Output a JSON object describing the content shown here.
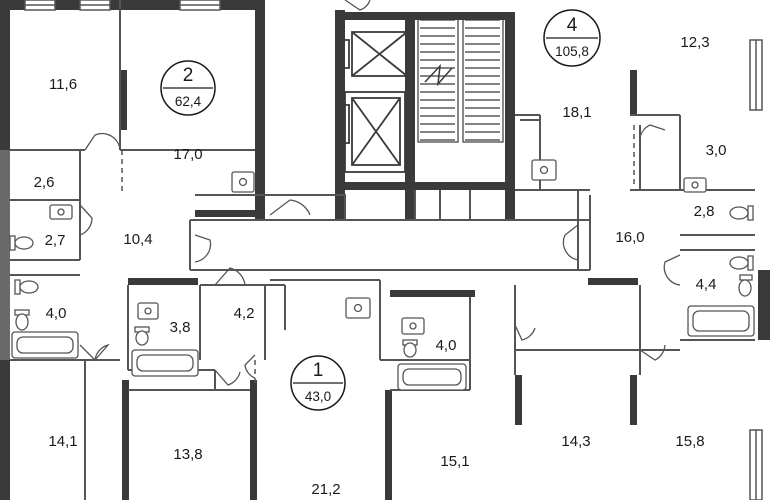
{
  "colors": {
    "wall": "#3a3a3a",
    "wall_thin": "#6a6a6a",
    "background": "#ffffff",
    "fixture": "#555555"
  },
  "apartments": [
    {
      "number": "2",
      "area": "62,4"
    },
    {
      "number": "1",
      "area": "43,0"
    },
    {
      "number": "4",
      "area": "105,8"
    }
  ],
  "rooms": [
    "11,6",
    "17,0",
    "2,6",
    "2,7",
    "10,4",
    "4,0",
    "3,8",
    "4,2",
    "14,1",
    "13,8",
    "21,2",
    "4,0",
    "15,1",
    "14,3",
    "15,8",
    "18,1",
    "12,3",
    "3,0",
    "2,8",
    "16,0",
    "4,4"
  ],
  "icons": [
    "elevator-icon",
    "stairs-icon",
    "sink-icon",
    "toilet-icon",
    "bathtub-icon",
    "window-icon",
    "door-swing-icon"
  ]
}
